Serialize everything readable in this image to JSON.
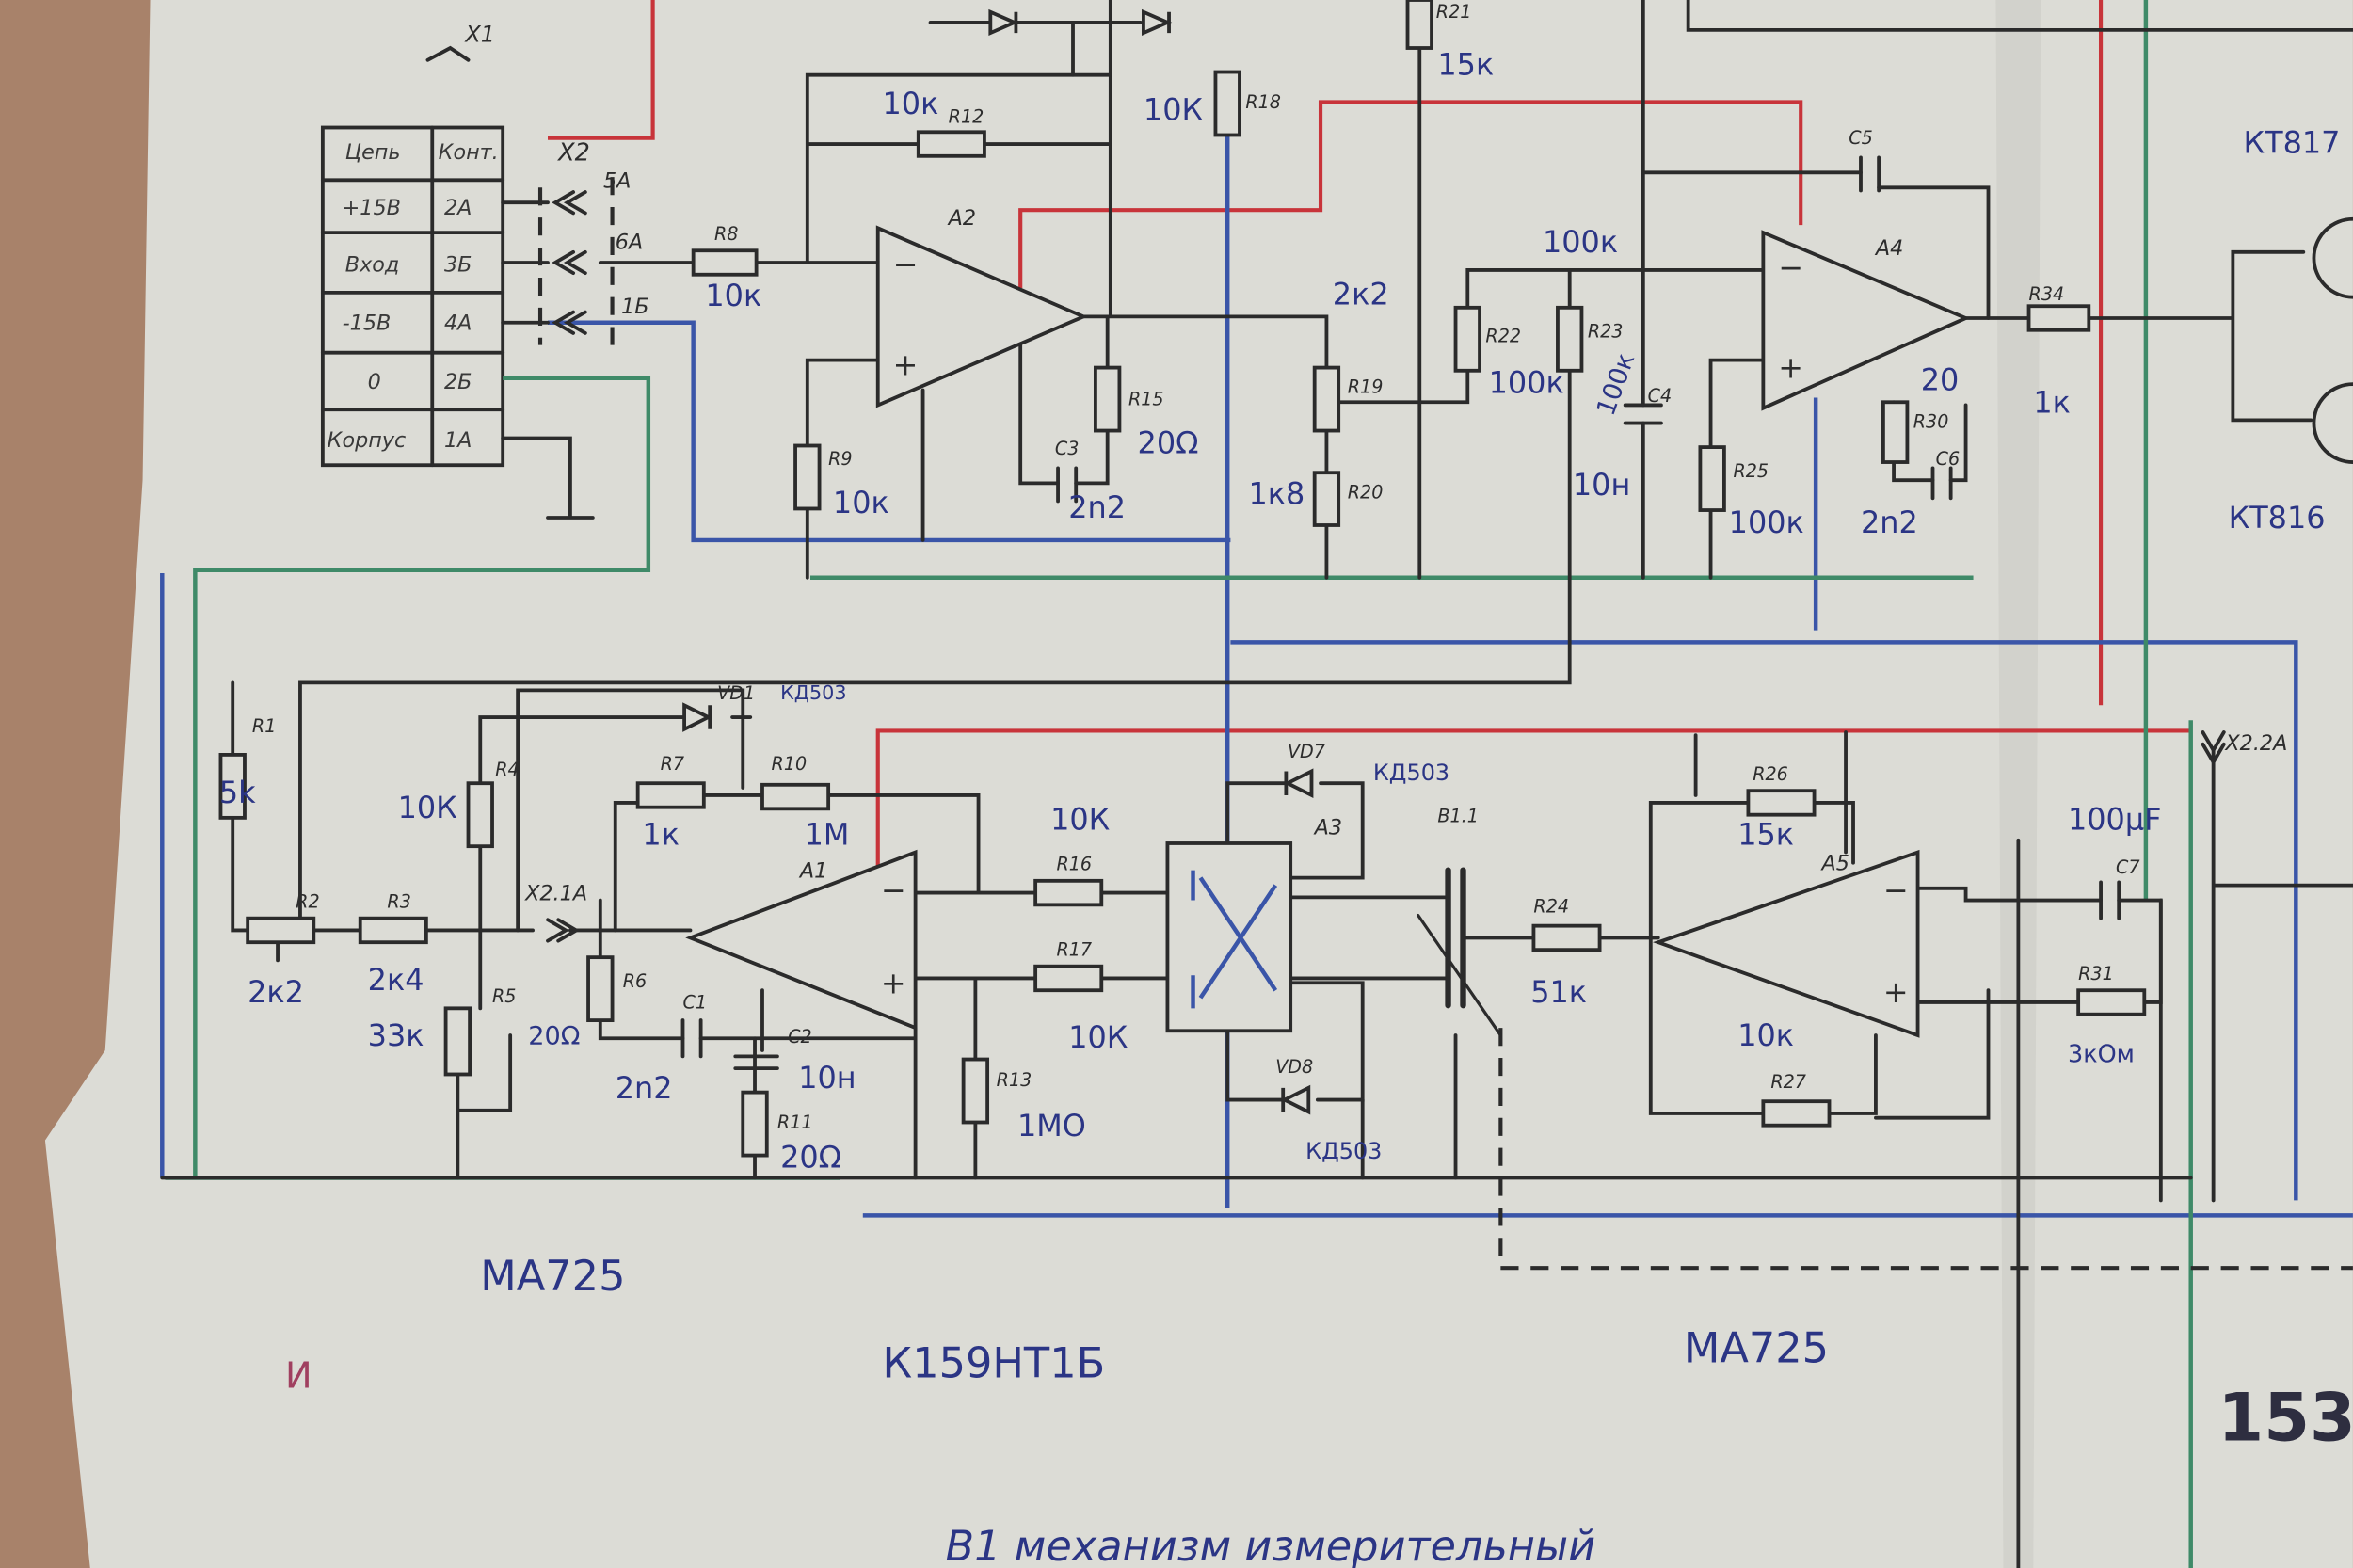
{
  "title": "Circuit schematic on paper",
  "connector_table": {
    "headers": [
      "Цепь",
      "Конт."
    ],
    "rows": [
      {
        "circuit": "+15В",
        "contact": "2А"
      },
      {
        "circuit": "Вход",
        "contact": "3Б"
      },
      {
        "circuit": "-15В",
        "contact": "4А"
      },
      {
        "circuit": "0",
        "contact": "2Б"
      },
      {
        "circuit": "Корпус",
        "contact": "1А"
      }
    ]
  },
  "connectors": {
    "x1": "X1",
    "x2": "X2",
    "pin_5a": "5А",
    "pin_6a": "6А",
    "pin_1b": "1Б",
    "x2_1a": "X2.1A",
    "x2_2a": "X2.2A"
  },
  "opamps": {
    "a1": "A1",
    "a2": "A2",
    "a3": "A3",
    "a4": "A4",
    "a5": "A5"
  },
  "components": {
    "r1": "R1",
    "r1_val": "5k",
    "r2": "R2",
    "r2_val": "2к2",
    "r3": "R3",
    "r3_val": "2к4",
    "r3_val2": "33к",
    "r4": "R4",
    "r4_val": "10К",
    "r5": "R5",
    "r6": "R6",
    "r6_val": "20Ω",
    "r7": "R7",
    "r7_val": "1к",
    "r8": "R8",
    "r8_val": "10к",
    "r9": "R9",
    "r9_val": "10к",
    "r10": "R10",
    "r10_val": "1М",
    "r11": "R11",
    "r11_val": "20Ω",
    "r12": "R12",
    "r12_val": "10к",
    "r13": "R13",
    "r13_val": "1МО",
    "r15": "R15",
    "r15_val": "20Ω",
    "r16": "R16",
    "r16_val": "10К",
    "r17": "R17",
    "r17_val": "10К",
    "r18": "R18",
    "r18_val": "10К",
    "r19": "R19",
    "r19_val": "2к2",
    "r20": "R20",
    "r20_val": "1к8",
    "r21": "R21",
    "r21_val": "15к",
    "r22": "R22",
    "r22_val": "100к",
    "r23": "R23",
    "r23_val": "100к",
    "r_top_val": "100к",
    "r24": "R24",
    "r24_val": "51к",
    "r25": "R25",
    "r25_val": "100к",
    "r26": "R26",
    "r26_val": "15к",
    "r27": "R27",
    "r27_val": "10к",
    "r30": "R30",
    "r30_val": "20",
    "r31": "R31",
    "r31_val": "3кОм",
    "r34": "R34",
    "r34_val": "1к",
    "c1": "C1",
    "c1_val": "2n2",
    "c2": "C2",
    "c2_val": "10н",
    "c3": "C3",
    "c3_val": "2n2",
    "c4": "C4",
    "c4_val": "10н",
    "c5": "C5",
    "c6": "C6",
    "c6_val": "2n2",
    "c7": "C7",
    "c7_val": "100μF",
    "vd1": "VD1",
    "vd1_type": "КД503",
    "vd7": "VD7",
    "vd7_type": "КД503",
    "vd8": "VD8",
    "vd8_type": "КД503",
    "b1": "B1.1",
    "t1": "КТ817",
    "t2": "КТ816"
  },
  "annotations": {
    "chip_left": "MA725",
    "chip_mid": "К159НТ1Б",
    "chip_right": "MA725",
    "sheet_number": "153",
    "mark": "И",
    "caption": "В1 механизм измерительный"
  },
  "colors": {
    "paper": "#dcdcd6",
    "wood": "#a8826a",
    "ink": "#2b2b2b",
    "red": "#c8343a",
    "blue": "#3a55a8",
    "green": "#3f8a68",
    "pen": "#2b3585"
  }
}
